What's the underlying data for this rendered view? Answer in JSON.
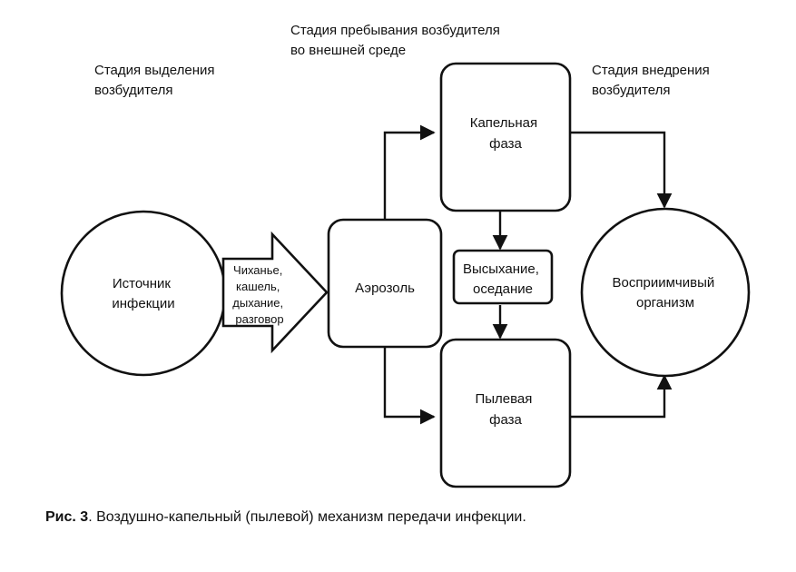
{
  "stages": {
    "release": [
      "Стадия выделения",
      "возбудителя"
    ],
    "environment": [
      "Стадия пребывания возбудителя",
      "во внешней среде"
    ],
    "entry": [
      "Стадия внедрения",
      "возбудителя"
    ]
  },
  "nodes": {
    "source": [
      "Источник",
      "инфекции"
    ],
    "aerosol": [
      "Аэрозоль"
    ],
    "droplet": [
      "Капельная",
      "фаза"
    ],
    "drying": [
      "Высыхание,",
      "оседание"
    ],
    "dust": [
      "Пылевая",
      "фаза"
    ],
    "host": [
      "Восприимчивый",
      "организм"
    ]
  },
  "arrow_label": [
    "Чиханье,",
    "кашель,",
    "дыхание,",
    "разговор"
  ],
  "caption": {
    "prefix": "Рис. 3",
    "text": ". Воздушно-капельный (пылевой) механизм передачи инфекции."
  }
}
